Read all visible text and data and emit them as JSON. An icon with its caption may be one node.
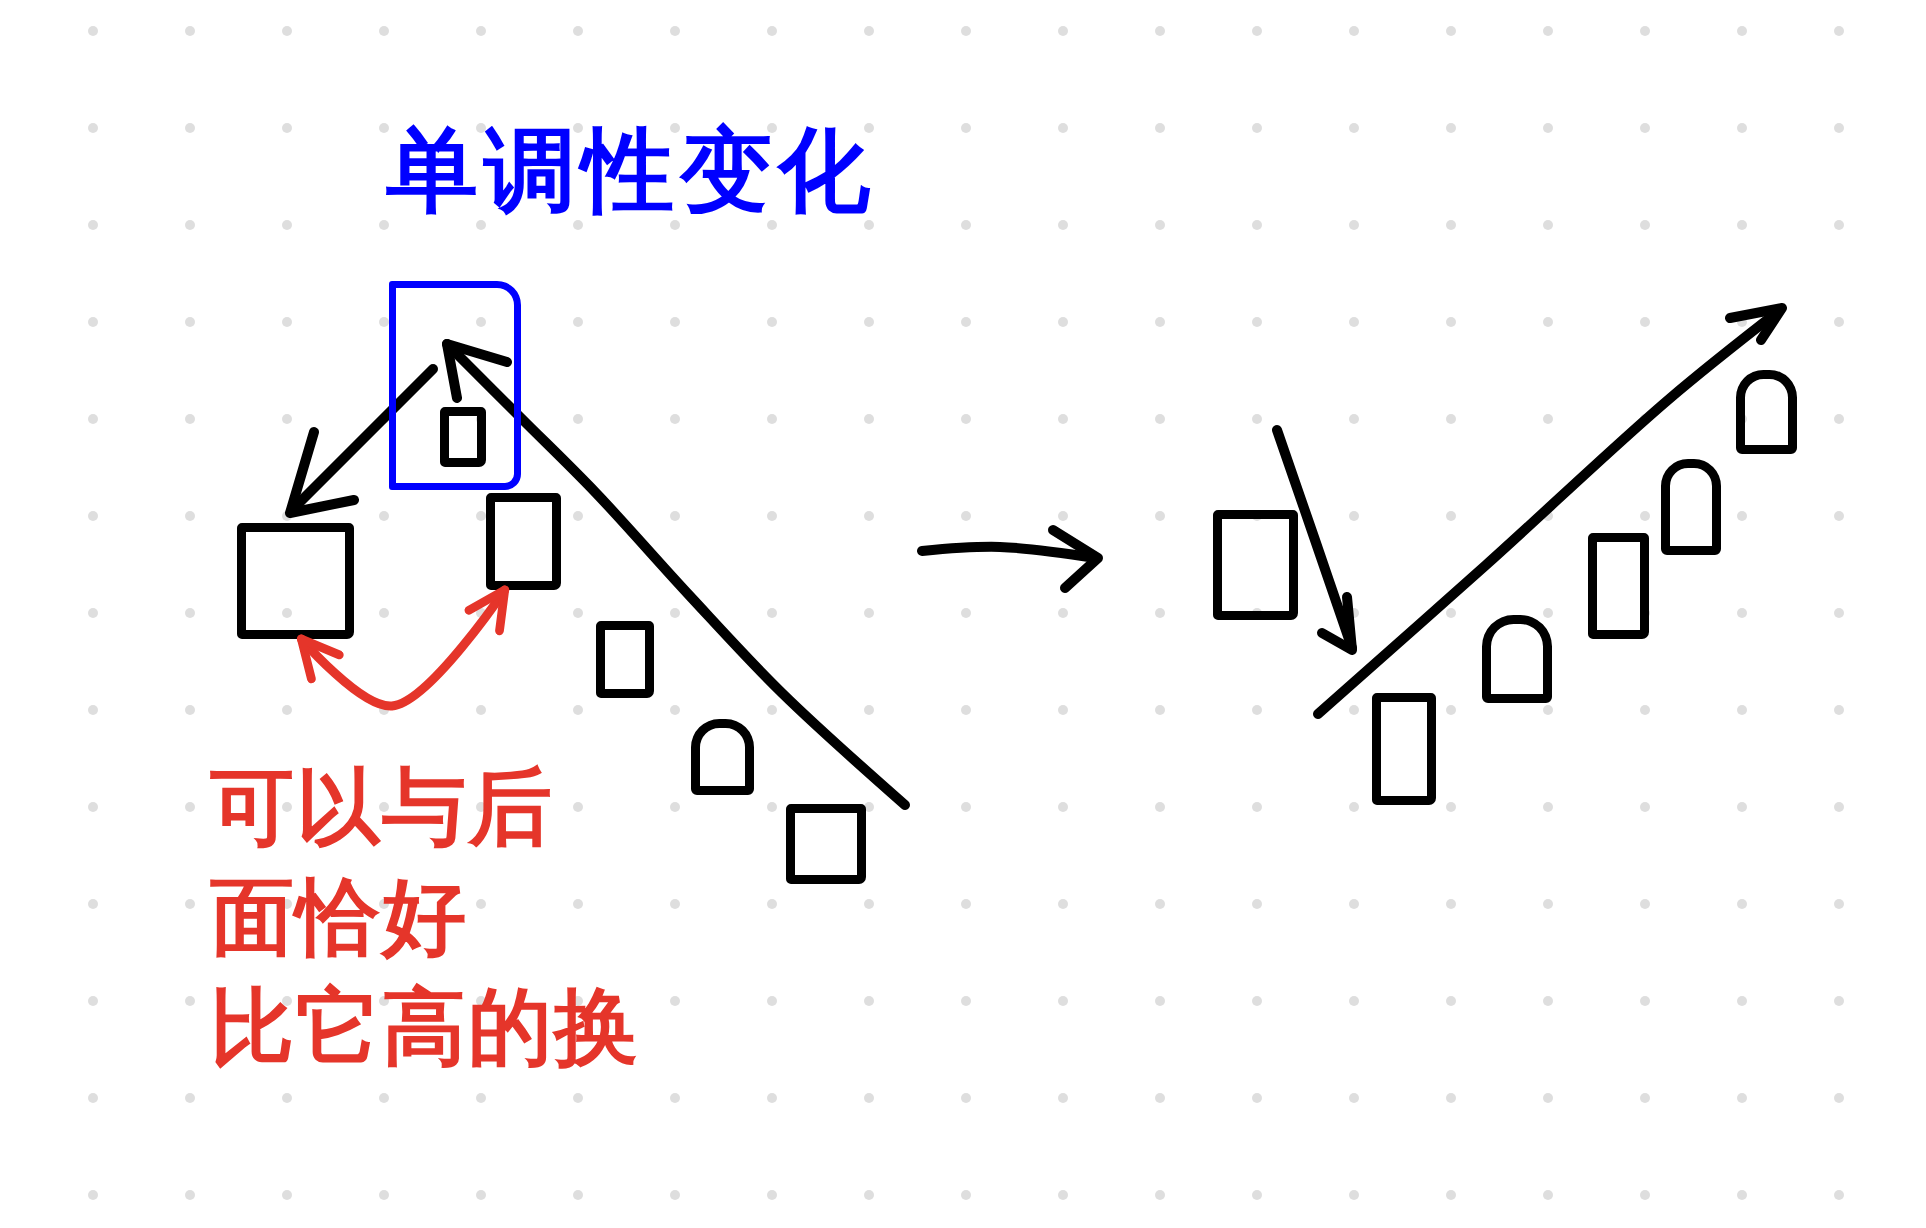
{
  "diagram": {
    "nodes": [
      {
        "text": [],
        "shape": "box"
      },
      {
        "text": [],
        "shape": "box"
      },
      {
        "text": [],
        "shape": "box",
        "in": 1
      },
      {
        "text": [],
        "shape": "box"
      },
      {
        "text": [],
        "shape": "box"
      },
      {
        "text": [],
        "shape": "box"
      },
      {
        "text": [],
        "shape": "box"
      },
      {
        "text": [],
        "shape": "box"
      },
      {
        "text": [],
        "shape": "box"
      },
      {
        "text": [],
        "shape": "box"
      },
      {
        "text": [],
        "shape": "box"
      },
      {
        "text": [],
        "shape": "box"
      },
      {
        "text": [],
        "shape": "box"
      }
    ],
    "edges": [
      {
        "from": 0,
        "to": 3,
        "arrow": "both",
        "color": "#e5352a"
      }
    ],
    "labels": [
      "单调性变化",
      "可以与后面恰好比它高的换"
    ]
  }
}
